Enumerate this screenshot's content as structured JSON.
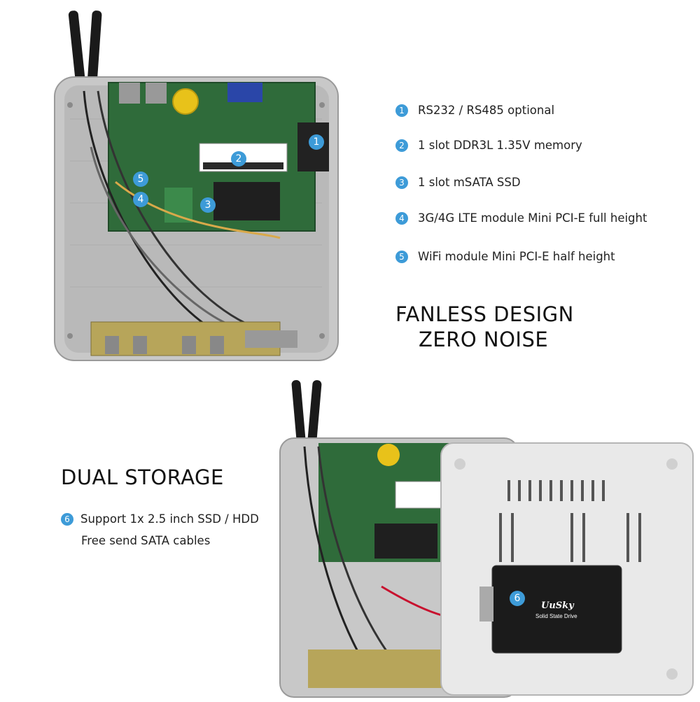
{
  "features": [
    {
      "num": "1",
      "text": "RS232 / RS485 optional"
    },
    {
      "num": "2",
      "text": "1 slot DDR3L 1.35V memory"
    },
    {
      "num": "3",
      "text": "1 slot mSATA SSD"
    },
    {
      "num": "4",
      "text": "3G/4G LTE module Mini PCI-E full height"
    },
    {
      "num": "5",
      "text": "WiFi module Mini PCI-E half height"
    }
  ],
  "headline1": {
    "line1": "FANLESS DESIGN",
    "line2": "ZERO NOISE"
  },
  "headline2": "DUAL STORAGE",
  "storage": {
    "num": "6",
    "line1": "Support 1x 2.5 inch SSD / HDD",
    "line2": "Free send SATA cables"
  },
  "photo_labels": [
    "1",
    "2",
    "3",
    "4",
    "5",
    "6"
  ],
  "ssd": {
    "brand": "UuSky",
    "label": "Solid State Drive"
  },
  "accent_color": "#3d9bd8"
}
